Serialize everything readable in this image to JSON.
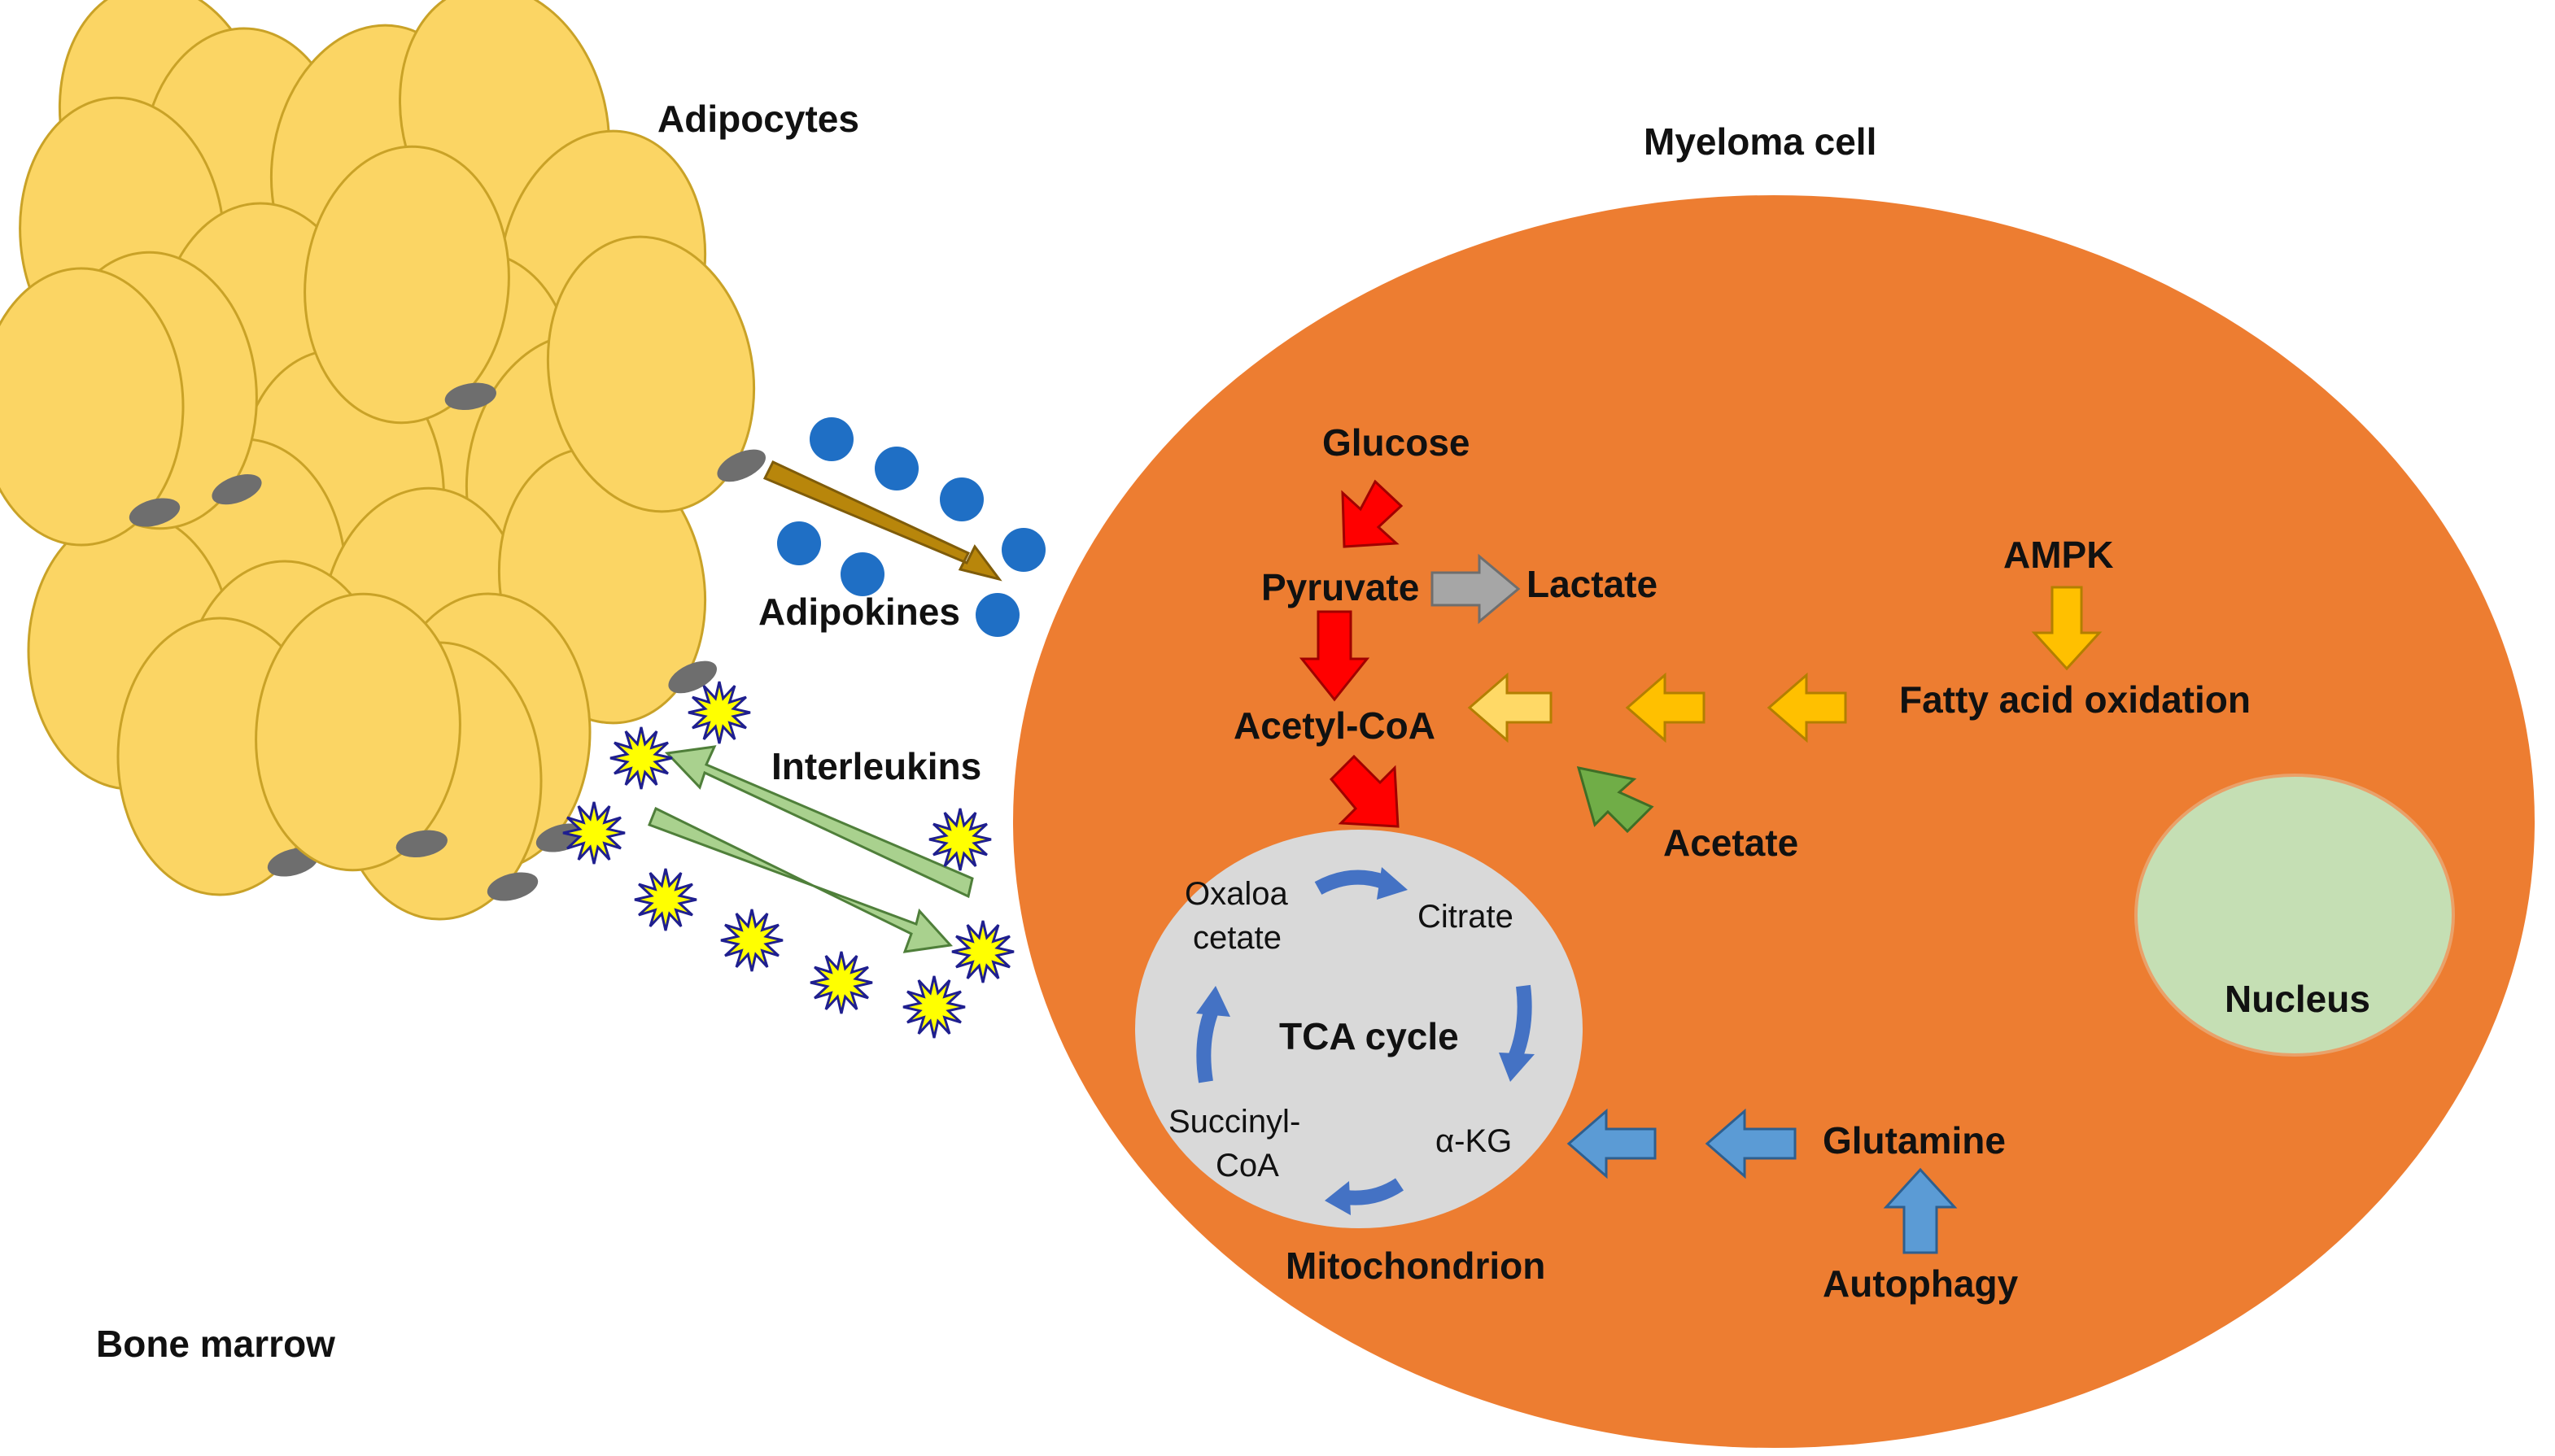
{
  "labels": {
    "adipocytes": "Adipocytes",
    "myeloma_cell": "Myeloma cell",
    "bone_marrow": "Bone marrow",
    "adipokines": "Adipokines",
    "interleukins": "Interleukins",
    "glucose": "Glucose",
    "pyruvate": "Pyruvate",
    "lactate": "Lactate",
    "acetyl_coa": "Acetyl-CoA",
    "ampk": "AMPK",
    "fatty_acid_oxidation": "Fatty acid oxidation",
    "acetate": "Acetate",
    "nucleus": "Nucleus",
    "glutamine": "Glutamine",
    "autophagy": "Autophagy",
    "mitochondrion": "Mitochondrion",
    "tca_cycle": "TCA cycle",
    "oxaloacetate_line1": "Oxaloa",
    "oxaloacetate_line2": "cetate",
    "citrate": "Citrate",
    "alpha_kg": "α-KG",
    "succinyl_line1": "Succinyl-",
    "succinyl_line2": "CoA"
  },
  "colors": {
    "cell_fill": "#ED7D31",
    "adipocyte_fill": "#FBD564",
    "adipocyte_stroke": "#C9A227",
    "adipocyte_nucleus": "#6E6E6E",
    "nucleus_fill": "#C5DFB4",
    "mitochondrion_fill": "#D9D9D9",
    "glucose_arrow": "#FF0000",
    "lactate_arrow": "#A6A6A6",
    "fatty_acid_arrow": "#FFC000",
    "fatty_acid_arrow_light": "#FFD966",
    "acetate_arrow": "#70AD47",
    "glutamine_arrow": "#5B9BD5",
    "tca_arrow": "#4472C4",
    "adipokine_arrow": "#B8860B",
    "adipokine_dot": "#1F6FC5",
    "interleukin_arrow": "#A9D18E",
    "interleukin_star": "#FFFF00",
    "interleukin_star_stroke": "#1F1F8F"
  }
}
